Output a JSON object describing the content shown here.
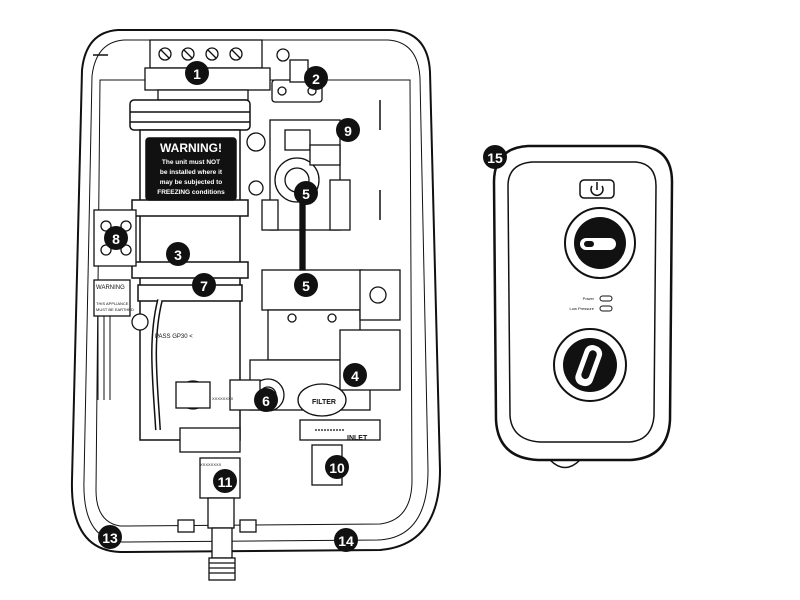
{
  "callouts": [
    {
      "id": "1",
      "label": "1"
    },
    {
      "id": "2",
      "label": "2"
    },
    {
      "id": "3",
      "label": "3"
    },
    {
      "id": "4",
      "label": "4"
    },
    {
      "id": "5a",
      "label": "5"
    },
    {
      "id": "5b",
      "label": "5"
    },
    {
      "id": "6",
      "label": "6"
    },
    {
      "id": "7",
      "label": "7"
    },
    {
      "id": "8",
      "label": "8"
    },
    {
      "id": "9",
      "label": "9"
    },
    {
      "id": "10",
      "label": "10"
    },
    {
      "id": "11",
      "label": "11"
    },
    {
      "id": "13",
      "label": "13"
    },
    {
      "id": "14",
      "label": "14"
    },
    {
      "id": "15",
      "label": "15"
    }
  ],
  "tank_warning": {
    "title": "WARNING!",
    "line1": "The unit must NOT",
    "line2": "be installed where it",
    "line3": "may be subjected to",
    "line4": "FREEZING conditions"
  },
  "side_warning": {
    "title": "WARNING",
    "line1": "THIS APPLIANCE",
    "line2": "MUST BE EARTHED"
  },
  "component_labels": {
    "filter": "FILTER",
    "inlet": "INLET",
    "pass_code": "PASS GP30 <",
    "serial_a": "XXXXXXXX",
    "serial_b": "XXXXXXXX"
  },
  "control_unit": {
    "indicator_power": "Power",
    "indicator_low_pressure": "Low Pressure"
  },
  "colors": {
    "line": "#111111",
    "callout_fill": "#111111",
    "callout_text": "#ffffff",
    "background": "#ffffff"
  }
}
